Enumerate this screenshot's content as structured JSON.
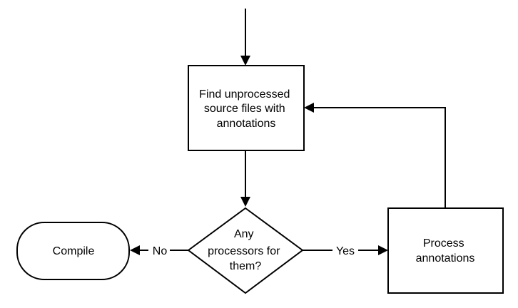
{
  "nodes": {
    "find": {
      "lines": [
        "Find unprocessed",
        "source files with",
        "annotations"
      ]
    },
    "decision": {
      "lines": [
        "Any",
        "processors for",
        "them?"
      ]
    },
    "compile": {
      "lines": [
        "Compile"
      ]
    },
    "process": {
      "lines": [
        "Process",
        "annotations"
      ]
    }
  },
  "edges": {
    "no_label": "No",
    "yes_label": "Yes"
  }
}
